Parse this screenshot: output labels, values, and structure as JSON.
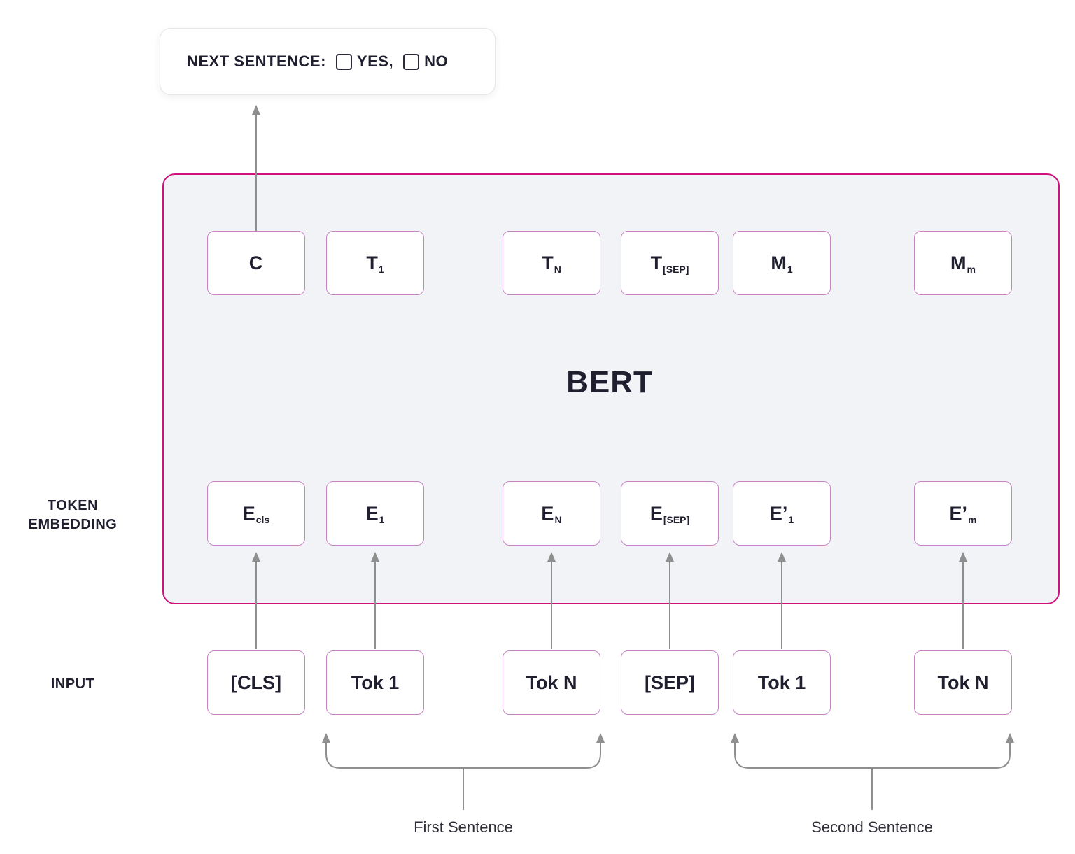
{
  "title": "BERT",
  "next_sentence": {
    "label": "NEXT SENTENCE:",
    "yes_label": "YES,",
    "no_label": "NO",
    "yes_checked": false,
    "no_checked": false
  },
  "side_labels": {
    "token_embedding": "TOKEN EMBEDDING",
    "input": "INPUT"
  },
  "outputs": [
    {
      "main": "C",
      "sub": ""
    },
    {
      "main": "T",
      "sub": "1"
    },
    {
      "main": "T",
      "sub": "N"
    },
    {
      "main": "T",
      "sub": "[SEP]"
    },
    {
      "main": "M",
      "sub": "1"
    },
    {
      "main": "M",
      "sub": "m"
    }
  ],
  "embeddings": [
    {
      "main": "E",
      "sub": "cls"
    },
    {
      "main": "E",
      "sub": "1"
    },
    {
      "main": "E",
      "sub": "N"
    },
    {
      "main": "E",
      "sub": "[SEP]"
    },
    {
      "main": "E’",
      "sub": "1"
    },
    {
      "main": "E’",
      "sub": "m"
    }
  ],
  "inputs": [
    {
      "label": "[CLS]"
    },
    {
      "label": "Tok 1"
    },
    {
      "label": "Tok N"
    },
    {
      "label": "[SEP]"
    },
    {
      "label": "Tok 1"
    },
    {
      "label": "Tok N"
    }
  ],
  "sentence_groups": {
    "first": "First Sentence",
    "second": "Second Sentence"
  },
  "colors": {
    "accent": "#d0117c",
    "box_border": "#c585c2",
    "container_bg": "#f2f3f7",
    "arrow": "#8f8f8f",
    "text": "#1f1f30"
  }
}
